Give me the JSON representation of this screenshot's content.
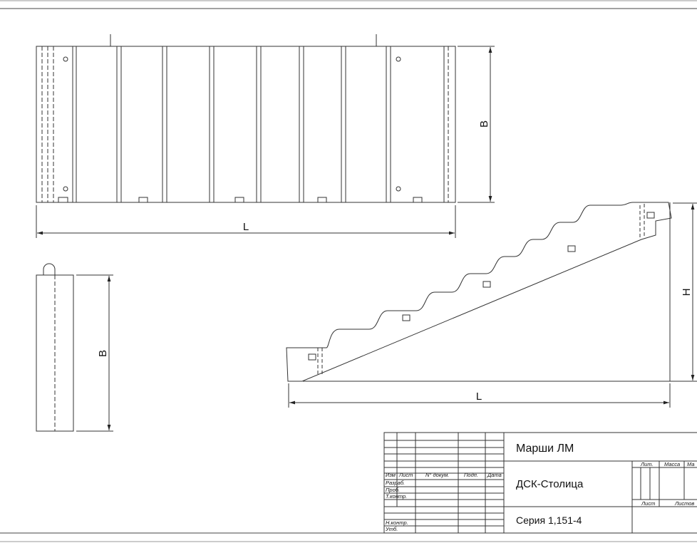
{
  "dimensions": {
    "top_view_length": "L",
    "top_view_width": "B",
    "end_view_width": "B",
    "side_view_height": "H",
    "side_view_length": "L"
  },
  "title_block": {
    "drawing_title": "Марши ЛМ",
    "organization": "ДСК-Столица",
    "series": "Серия 1,151-4",
    "header_columns": [
      "Изм",
      "Лист",
      "N° докум.",
      "Подп.",
      "Дата"
    ],
    "row_labels": [
      "Разраб.",
      "Проб.",
      "Т.контр.",
      "Н.контр.",
      "Утб."
    ],
    "stage_labels": [
      "Лит.",
      "Масса",
      "Ма"
    ],
    "sheet_labels": [
      "Лист",
      "Листов"
    ]
  }
}
